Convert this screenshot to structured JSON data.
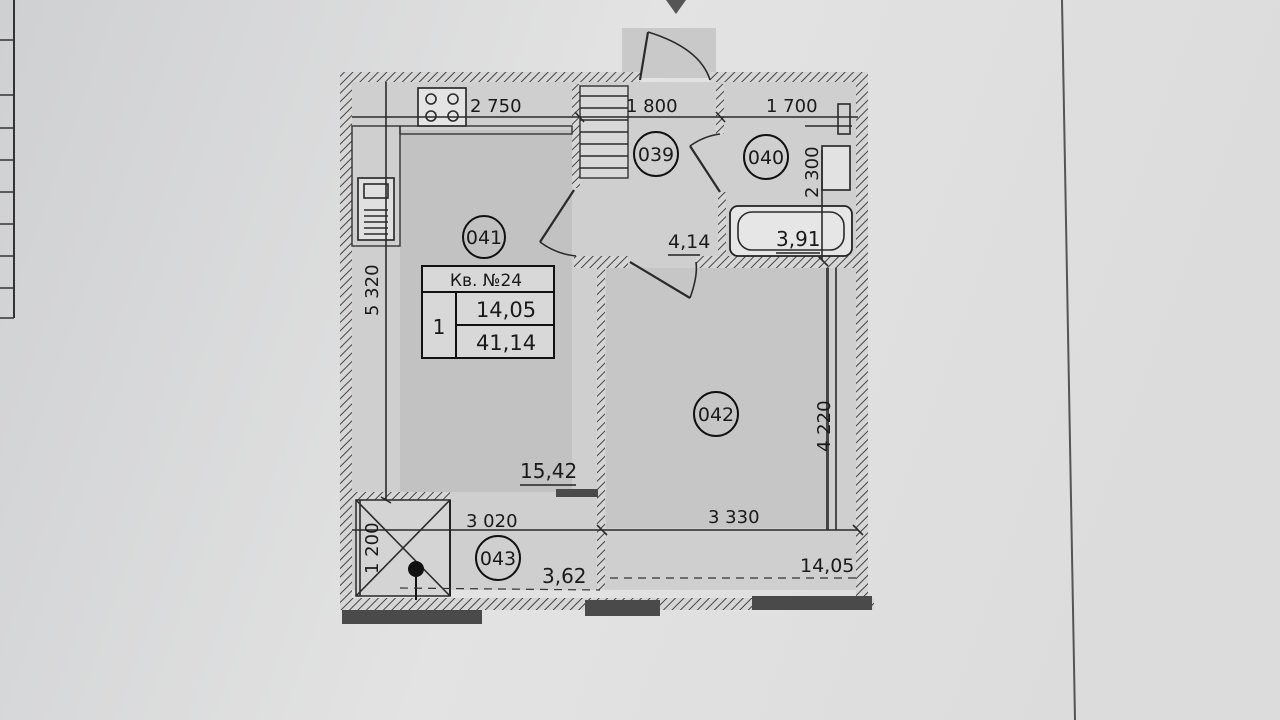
{
  "plan": {
    "apartment_label": "Кв. №24",
    "rooms_count": "1",
    "living_area": "14,05",
    "total_area": "41,14",
    "rooms": [
      {
        "id": "041",
        "area": "15,42"
      },
      {
        "id": "039",
        "area": "4,14"
      },
      {
        "id": "040",
        "area": "3,91"
      },
      {
        "id": "042",
        "area": "14,05"
      },
      {
        "id": "043",
        "area": "3,62"
      }
    ],
    "dimensions": {
      "kitchen_width": "2 750",
      "corridor_width": "1 800",
      "bath_width": "1 700",
      "bath_depth": "2 300",
      "kitchen_depth": "5 320",
      "room_depth": "4 220",
      "room_width": "3 330",
      "balcony_width": "3 020",
      "balcony_depth": "1 200"
    }
  },
  "colors": {
    "paper": "#e2e2e2",
    "ink": "#1a1a1a",
    "shade": "#bcbcbc"
  }
}
